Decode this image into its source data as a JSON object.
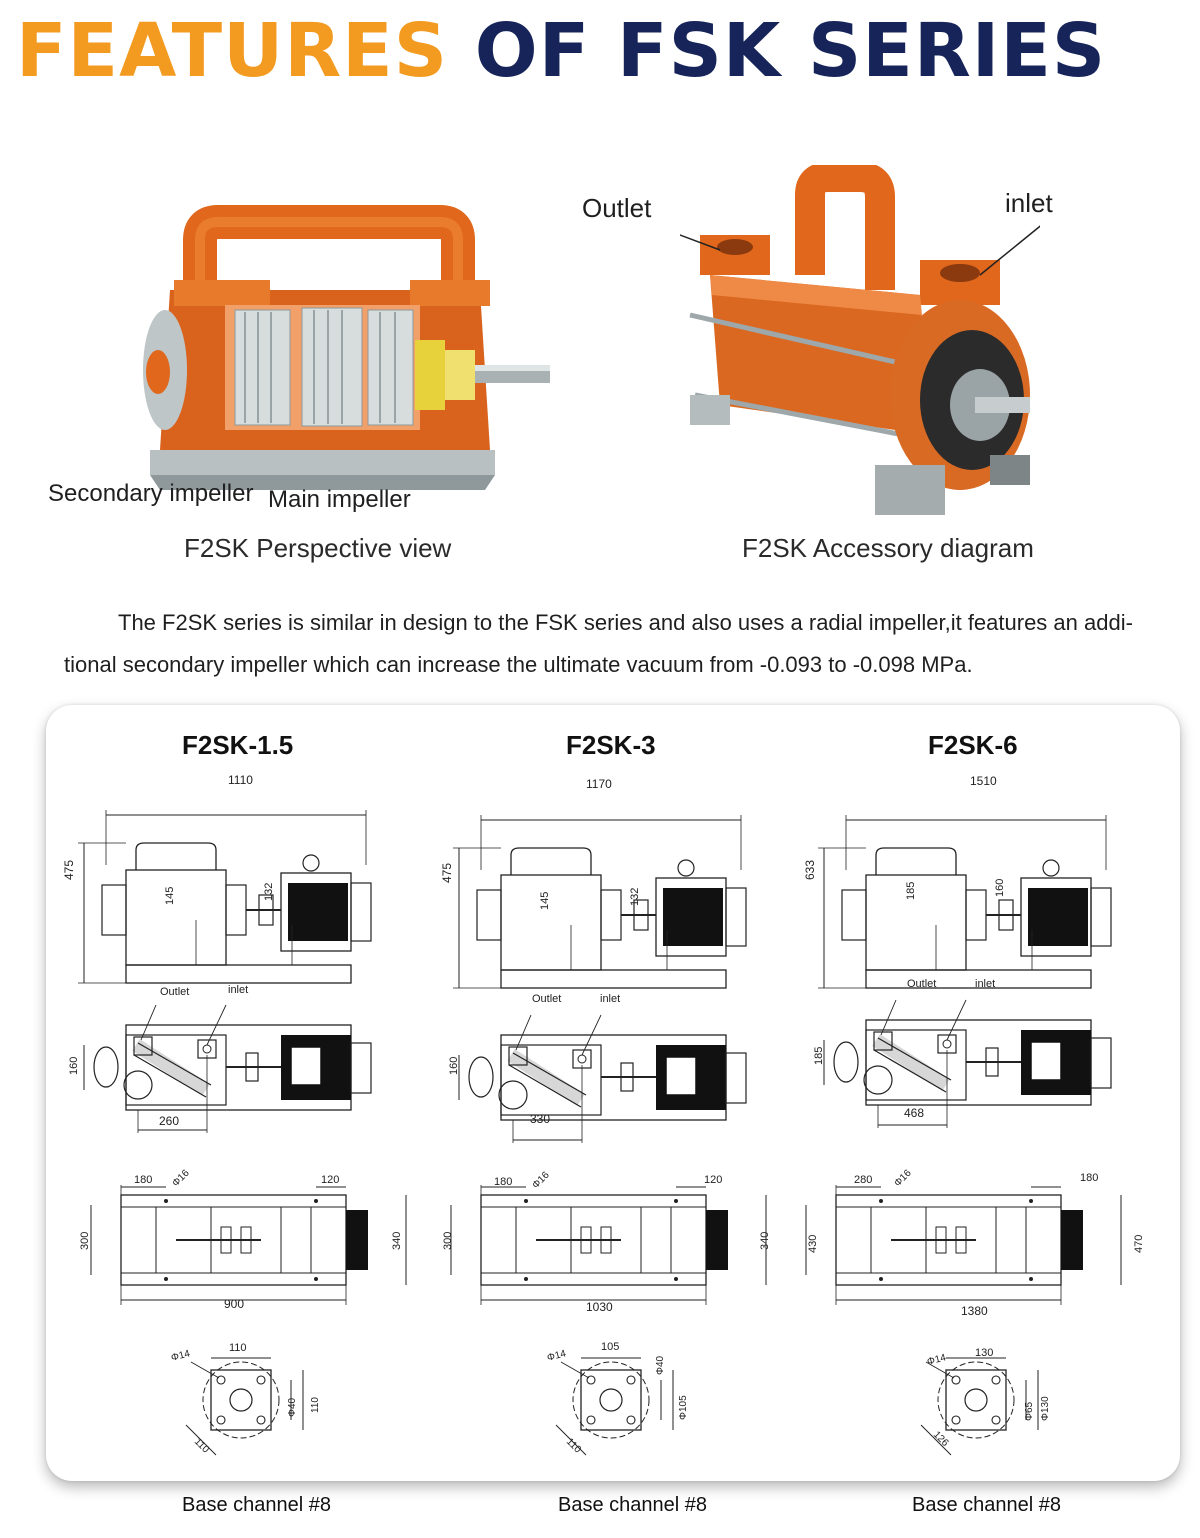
{
  "header": {
    "title_part1": "FEATURES",
    "title_part2": "OF FSK SERIES"
  },
  "photos": {
    "perspective": {
      "caption": "F2SK Perspective view",
      "callouts": [
        "Secondary impeller",
        "Main impeller"
      ]
    },
    "accessory": {
      "caption": "F2SK Accessory diagram",
      "callouts": [
        "Outlet",
        "inlet"
      ]
    }
  },
  "description": "The F2SK series is similar in design to the FSK series and also uses a radial impeller,it features an addi-tional secondary impeller which can increase the ultimate vacuum from -0.093 to -0.098 MPa.",
  "colors": {
    "orange": "#f39a20",
    "navy": "#16245a",
    "pump_orange": "#e0671b"
  },
  "models": [
    {
      "name": "F2SK-1.5",
      "side": {
        "length": "1110",
        "height": "475",
        "dim_a": "145",
        "dim_b": "132"
      },
      "top": {
        "outlet": "Outlet",
        "inlet": "inlet",
        "width": "160",
        "spacing": "260"
      },
      "base": {
        "left": "180",
        "hole": "Φ16",
        "right": "120",
        "width": "300",
        "depth": "340",
        "length": "900"
      },
      "flange": {
        "top": "110",
        "hole": "Φ14",
        "bore": "Φ40",
        "side": "110",
        "diag": "110"
      },
      "base_caption": "Base channel #8"
    },
    {
      "name": "F2SK-3",
      "side": {
        "length": "1170",
        "height": "475",
        "dim_a": "145",
        "dim_b": "132"
      },
      "top": {
        "outlet": "Outlet",
        "inlet": "inlet",
        "width": "160",
        "spacing": "330"
      },
      "base": {
        "left": "180",
        "hole": "Φ16",
        "right": "120",
        "width": "300",
        "depth": "340",
        "length": "1030"
      },
      "flange": {
        "top": "105",
        "hole": "Φ14",
        "bore": "Φ40",
        "side": "Φ105",
        "diag": "110"
      },
      "base_caption": "Base channel #8"
    },
    {
      "name": "F2SK-6",
      "side": {
        "length": "1510",
        "height": "633",
        "dim_a": "185",
        "dim_b": "160"
      },
      "top": {
        "outlet": "Outlet",
        "inlet": "inlet",
        "width": "185",
        "spacing": "468"
      },
      "base": {
        "left": "280",
        "hole": "Φ16",
        "right": "180",
        "width": "430",
        "depth": "470",
        "length": "1380"
      },
      "flange": {
        "top": "130",
        "hole": "Φ14",
        "bore": "Φ65",
        "side": "Φ130",
        "diag": "126"
      },
      "base_caption": "Base channel #8"
    }
  ]
}
